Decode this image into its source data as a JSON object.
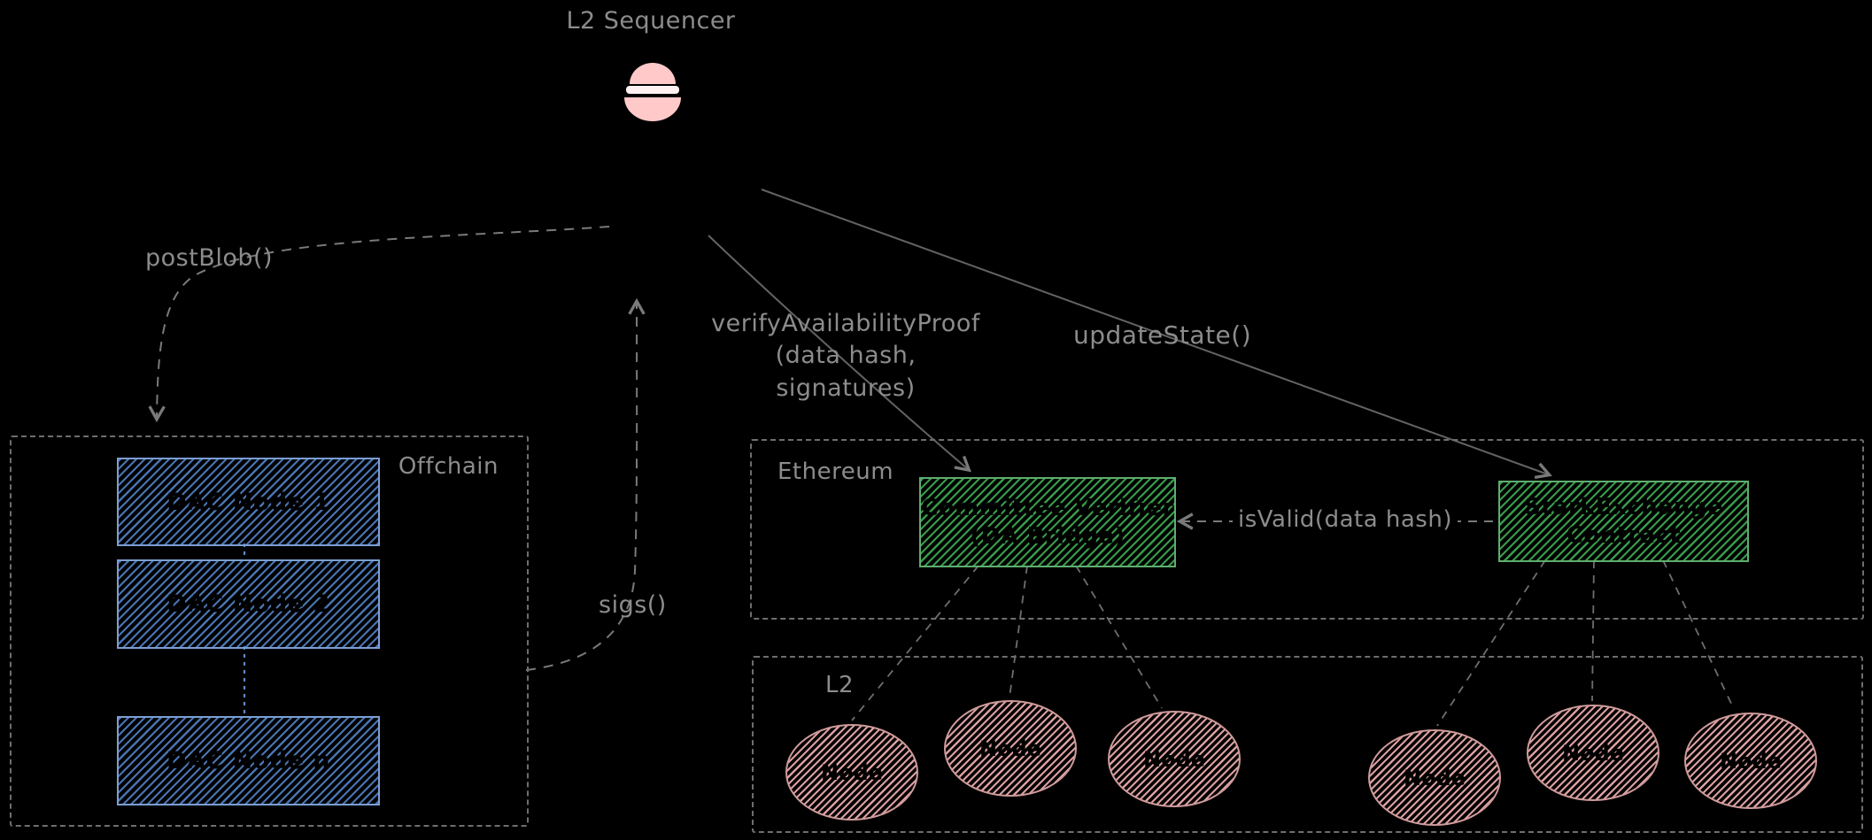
{
  "title": "L2 Sequencer",
  "labels": {
    "postblob": "postBlob()",
    "sigs": "sigs()",
    "verify_line1": "verifyAvailabilityProof",
    "verify_line2": "(data hash,",
    "verify_line3": "signatures)",
    "update": "updateState()",
    "isvalid": "isValid(data hash)"
  },
  "groups": {
    "offchain": "Offchain",
    "ethereum": "Ethereum",
    "l2": "L2"
  },
  "dac_nodes": [
    "DAC Node 1",
    "DAC Node 2",
    "DAC Node n"
  ],
  "contracts": {
    "committee_line1": "Committee Verifier",
    "committee_line2": "(DA Bridge)",
    "stark_line1": "StarkExchange",
    "stark_line2": "Contract"
  },
  "l2_nodes": [
    "Node",
    "Node",
    "Node",
    "Node",
    "Node",
    "Node"
  ],
  "colors": {
    "background": "#000000",
    "label_gray": "#8c8c8c",
    "dac_blue": "#4d7aba",
    "contract_green": "#3ba34f",
    "node_pink": "#e5a6a6",
    "sequencer_pink": "#ffc9c9",
    "dashed_border_gray": "#6e6e6e"
  }
}
